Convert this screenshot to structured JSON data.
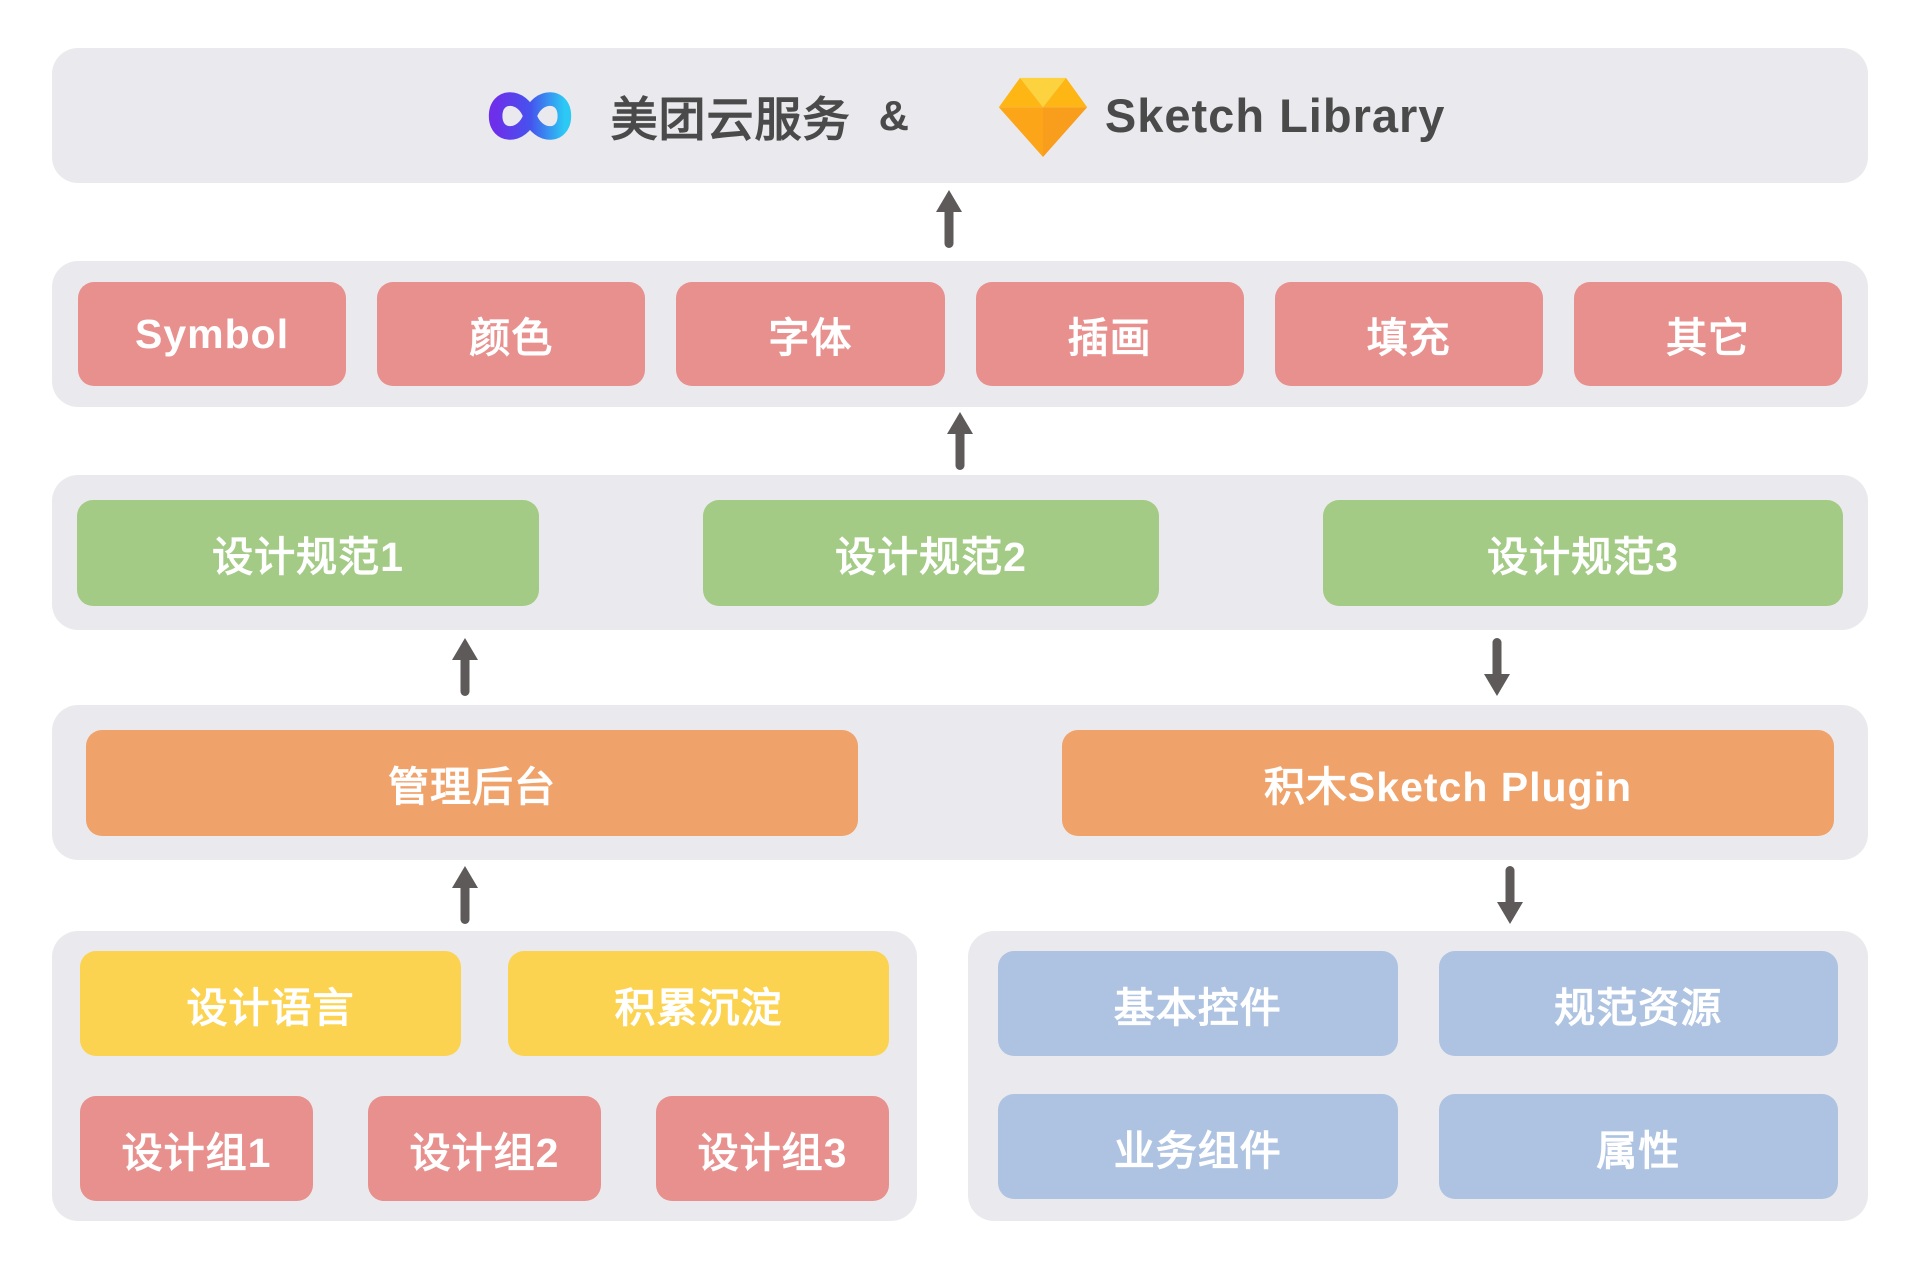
{
  "header": {
    "brand_left": "美团云服务",
    "amp": "&",
    "brand_right": "Sketch Library"
  },
  "rows": {
    "symbols": {
      "items": [
        "Symbol",
        "颜色",
        "字体",
        "插画",
        "填充",
        "其它"
      ]
    },
    "specs": {
      "items": [
        "设计规范1",
        "设计规范2",
        "设计规范3"
      ]
    },
    "tools": {
      "items": [
        "管理后台",
        "积木Sketch Plugin"
      ]
    }
  },
  "bottom_left": {
    "yellow": [
      "设计语言",
      "积累沉淀"
    ],
    "red": [
      "设计组1",
      "设计组2",
      "设计组3"
    ]
  },
  "bottom_right": {
    "items": [
      "基本控件",
      "规范资源",
      "业务组件",
      "属性"
    ]
  },
  "icons": {
    "meituan_cloud_logo": "infinity-gradient-mark",
    "sketch_logo": "orange-gem",
    "arrow_up": "↑",
    "arrow_down": "↓"
  },
  "colors": {
    "container_bg": "#EAEAEE",
    "red": "#E8908E",
    "green": "#A3CB85",
    "orange": "#F0A26B",
    "yellow": "#FBD351",
    "blue": "#AEC3E2",
    "arrow": "#5E5A5A",
    "header_text": "#4A4A4A"
  }
}
